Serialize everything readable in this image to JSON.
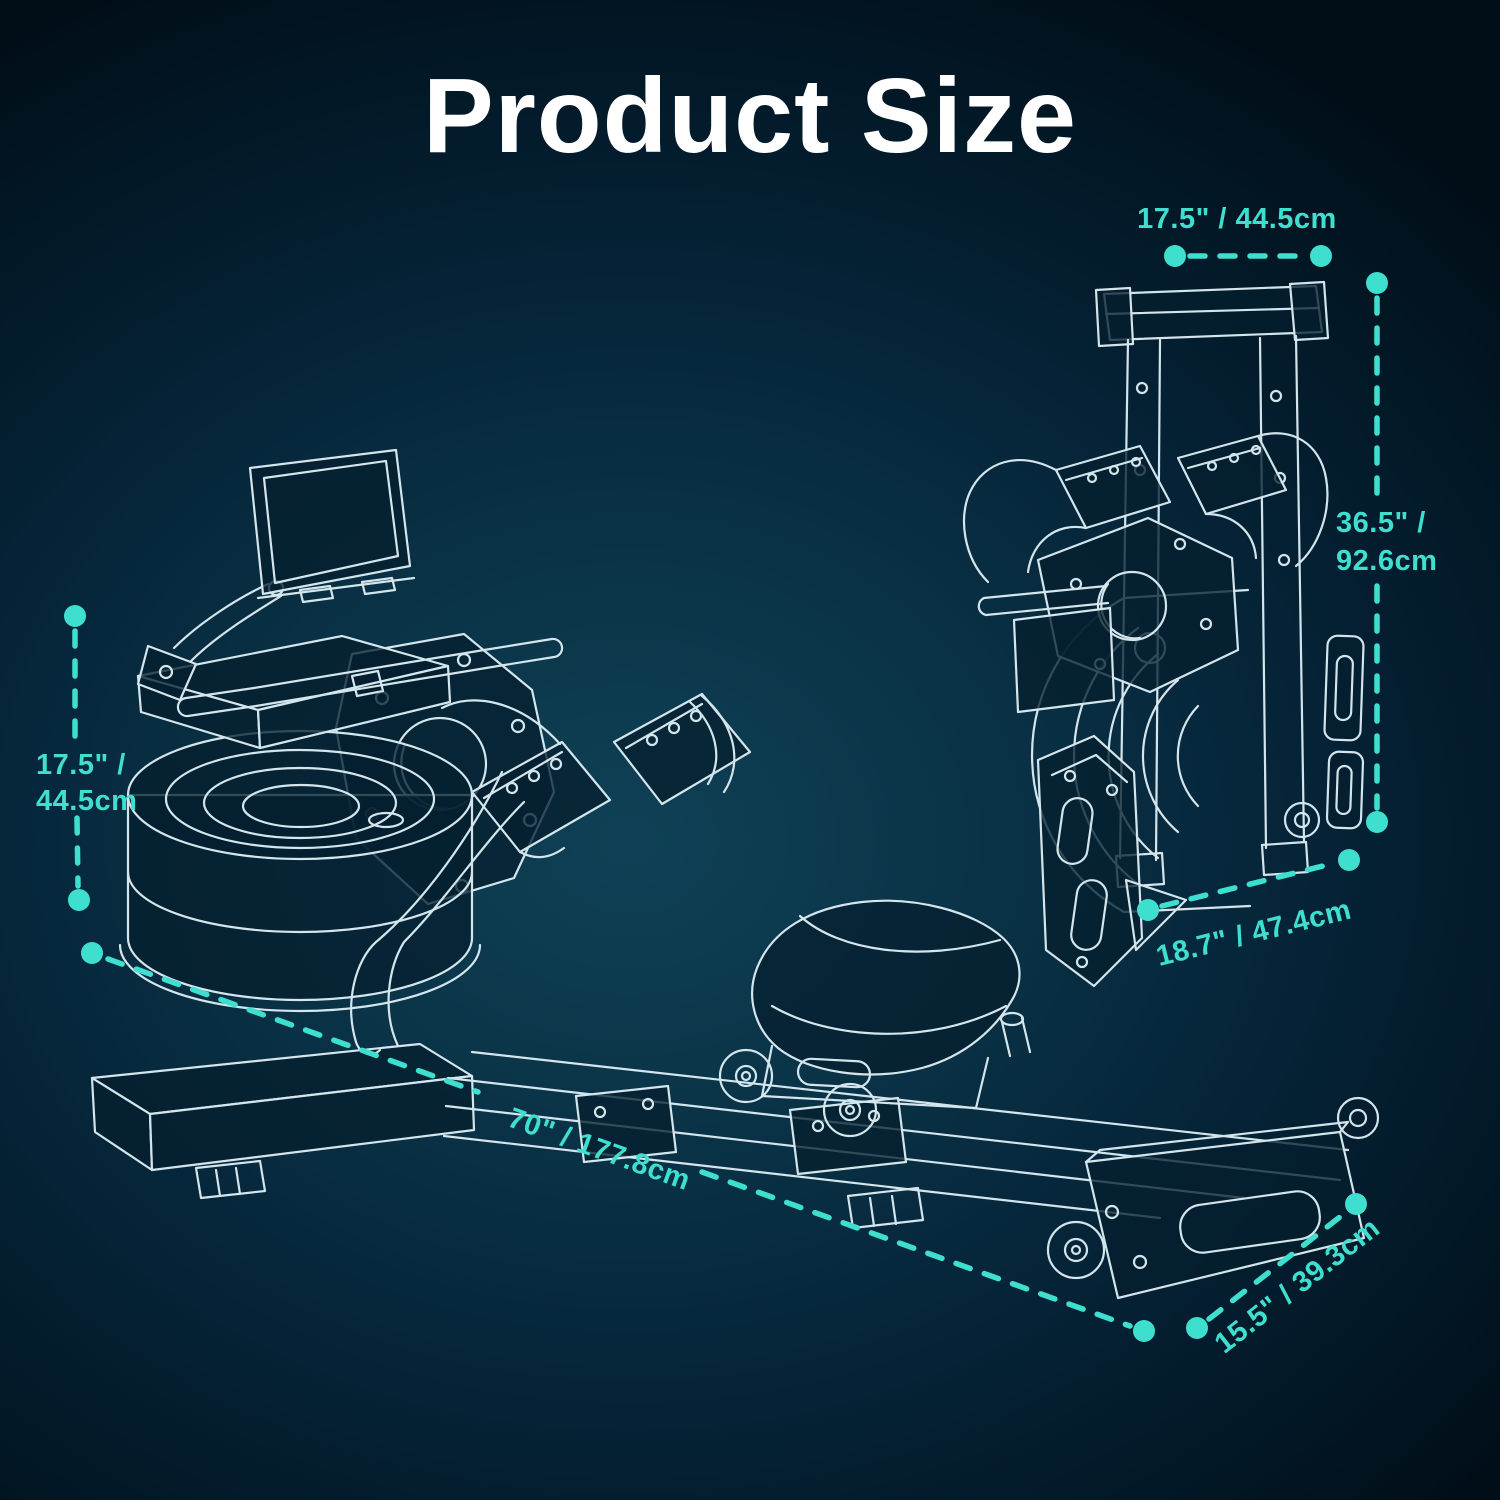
{
  "title": "Product Size",
  "colors": {
    "accent": "#3FDFD0",
    "line_art": "#DFF0F6",
    "title": "#FFFFFF",
    "background_center": "#0F4156",
    "background_edge": "#010E18"
  },
  "dimension_labels": {
    "folded_width": "17.5\" / 44.5cm",
    "folded_height_line1": "36.5\" /",
    "folded_height_line2": "92.6cm",
    "folded_depth": "18.7\" / 47.4cm",
    "assembled_height_line1": "17.5\" /",
    "assembled_height_line2": "44.5cm",
    "assembled_length": "70\" / 177.8cm",
    "assembled_width": "15.5\" / 39.3cm"
  }
}
